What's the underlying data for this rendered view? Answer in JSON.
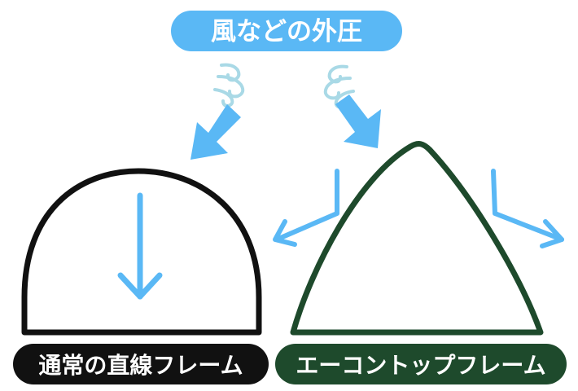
{
  "title": "風などの外圧",
  "labels": {
    "normal": "通常の直線フレーム",
    "econtop": "エーコントップフレーム"
  },
  "colors": {
    "title_bg": "#5ab8f5",
    "arrow": "#5ab8f5",
    "wind": "#a9d9e6",
    "normal_frame": "#111111",
    "normal_label_bg": "#111111",
    "econtop_frame": "#1e4a2c",
    "econtop_label_bg": "#1e4a2c",
    "label_text": "#ffffff"
  },
  "icons": {
    "wind_left": "wind-gust-icon",
    "wind_right": "wind-gust-icon"
  }
}
